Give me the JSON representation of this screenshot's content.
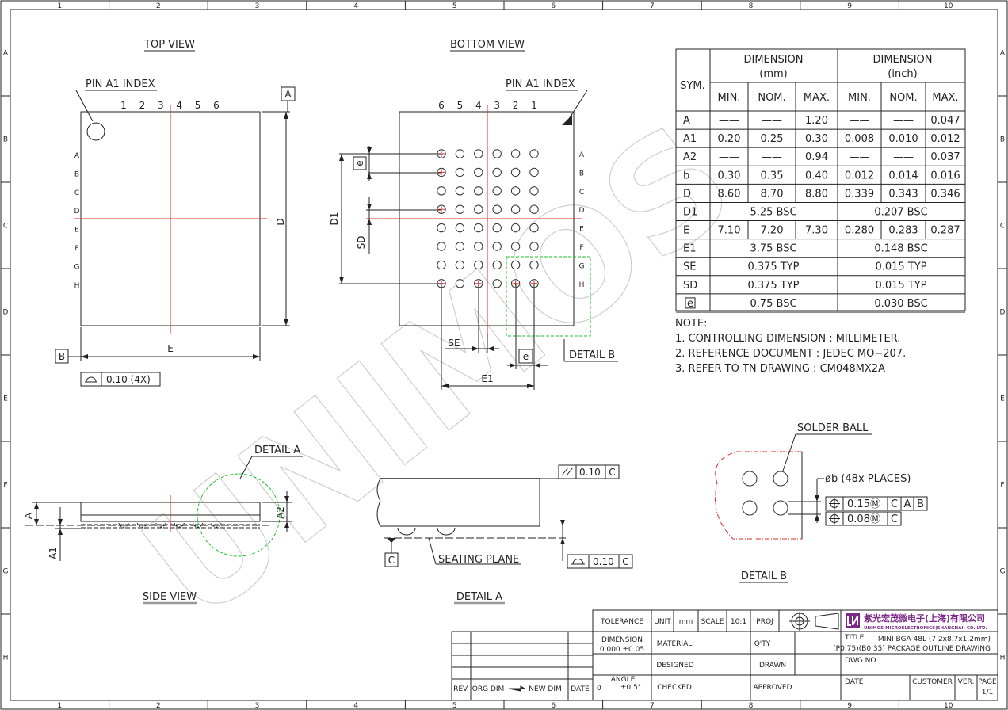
{
  "grid": {
    "columns": [
      "1",
      "2",
      "3",
      "4",
      "5",
      "6",
      "7",
      "8",
      "9",
      "10"
    ],
    "rows": [
      "A",
      "B",
      "C",
      "D",
      "E",
      "F",
      "G",
      "H"
    ]
  },
  "top_view": {
    "title": "TOP VIEW",
    "pin_a1_label": "PIN A1 INDEX",
    "col_numbers": [
      "1",
      "2",
      "3",
      "4",
      "5",
      "6"
    ],
    "row_letters": [
      "A",
      "B",
      "C",
      "D",
      "E",
      "F",
      "G",
      "H"
    ],
    "dim_d": "D",
    "dim_e": "E",
    "datum_a": "A",
    "datum_b": "B",
    "flatness": "0.10 (4X)"
  },
  "bottom_view": {
    "title": "BOTTOM VIEW",
    "pin_a1_label": "PIN A1 INDEX",
    "col_numbers": [
      "6",
      "5",
      "4",
      "3",
      "2",
      "1"
    ],
    "row_letters": [
      "A",
      "B",
      "C",
      "D",
      "E",
      "F",
      "G",
      "H"
    ],
    "dim_d1": "D1",
    "dim_sd": "SD",
    "dim_e_pitch": "e",
    "dim_se": "SE",
    "dim_e1": "E1",
    "detail_b_label": "DETAIL B"
  },
  "side_view": {
    "title": "SIDE VIEW",
    "detail_a_label": "DETAIL A",
    "dim_a": "A",
    "dim_a1": "A1",
    "dim_a2": "A2"
  },
  "detail_a": {
    "title": "DETAIL A",
    "parallelism": "0.10",
    "parallelism_datum": "C",
    "datum_c": "C",
    "seating_plane": "SEATING PLANE",
    "coplanarity": "0.10",
    "coplanarity_datum": "C"
  },
  "detail_b": {
    "title": "DETAIL B",
    "solder_ball": "SOLDER BALL",
    "ball_callout": "øb (48x PLACES)",
    "fcf1": [
      "0.15Ⓜ",
      "C",
      "A",
      "B"
    ],
    "fcf2": [
      "0.08Ⓜ",
      "C"
    ]
  },
  "dim_table": {
    "sym_header": "SYM.",
    "mm_header": [
      "DIMENSION",
      "(mm)"
    ],
    "inch_header": [
      "DIMENSION",
      "(inch)"
    ],
    "sub_headers": [
      "MIN.",
      "NOM.",
      "MAX.",
      "MIN.",
      "NOM.",
      "MAX."
    ],
    "rows": [
      {
        "sym": "A",
        "mm": [
          "——",
          "——",
          "1.20"
        ],
        "inch": [
          "——",
          "——",
          "0.047"
        ]
      },
      {
        "sym": "A1",
        "mm": [
          "0.20",
          "0.25",
          "0.30"
        ],
        "inch": [
          "0.008",
          "0.010",
          "0.012"
        ]
      },
      {
        "sym": "A2",
        "mm": [
          "——",
          "——",
          "0.94"
        ],
        "inch": [
          "——",
          "——",
          "0.037"
        ]
      },
      {
        "sym": "b",
        "mm": [
          "0.30",
          "0.35",
          "0.40"
        ],
        "inch": [
          "0.012",
          "0.014",
          "0.016"
        ]
      },
      {
        "sym": "D",
        "mm": [
          "8.60",
          "8.70",
          "8.80"
        ],
        "inch": [
          "0.339",
          "0.343",
          "0.346"
        ]
      },
      {
        "sym": "D1",
        "mm_span": "5.25 BSC",
        "inch_span": "0.207 BSC"
      },
      {
        "sym": "E",
        "mm": [
          "7.10",
          "7.20",
          "7.30"
        ],
        "inch": [
          "0.280",
          "0.283",
          "0.287"
        ]
      },
      {
        "sym": "E1",
        "mm_span": "3.75 BSC",
        "inch_span": "0.148 BSC"
      },
      {
        "sym": "SE",
        "mm_span": "0.375 TYP",
        "inch_span": "0.015 TYP"
      },
      {
        "sym": "SD",
        "mm_span": "0.375 TYP",
        "inch_span": "0.015 TYP"
      },
      {
        "sym": "e",
        "mm_span": "0.75 BSC",
        "inch_span": "0.030 BSC"
      }
    ]
  },
  "notes": {
    "title": "NOTE:",
    "items": [
      "1. CONTROLLING DIMENSION : MILLIMETER.",
      "2. REFERENCE DOCUMENT : JEDEC MO−207.",
      "3. REFER TO TN DRAWING : CM048MX2A"
    ]
  },
  "title_block": {
    "tolerance": "TOLERANCE",
    "unit": "UNIT",
    "unit_value": "mm",
    "scale": "SCALE",
    "scale_value": "10:1",
    "proj": "PROJ",
    "company_cn": "紫光宏茂微电子(上海)有限公司",
    "company_en": "UNIMOS MICROELECTRONICS(SHANGHAI) CO.,LTD.",
    "dimension": "DIMENSION",
    "dimension_tol": "0.000 ±0.05",
    "material": "MATERIAL",
    "qty": "Q'TY",
    "title_label": "TITLE",
    "title_line1": "MINI BGA 48L (7.2x8.7x1.2mm)",
    "title_line2": "(P0.75)(B0.35) PACKAGE OUTLINE DRAWING",
    "designed": "DESIGNED",
    "drawn": "DRAWN",
    "dwg_no": "DWG NO",
    "angle": "ANGLE",
    "angle_prefix": "0",
    "angle_tol": "±0.5°",
    "checked": "CHECKED",
    "approved": "APPROVED",
    "date": "DATE",
    "customer": "CUSTOMER",
    "ver": "VER.",
    "page": "PAGE",
    "page_value": "1/1",
    "rev": "REV.",
    "org_dim": "ORG DIM",
    "new_dim": "NEW DIM",
    "rev_date": "DATE"
  },
  "watermark": "UNIMOS"
}
